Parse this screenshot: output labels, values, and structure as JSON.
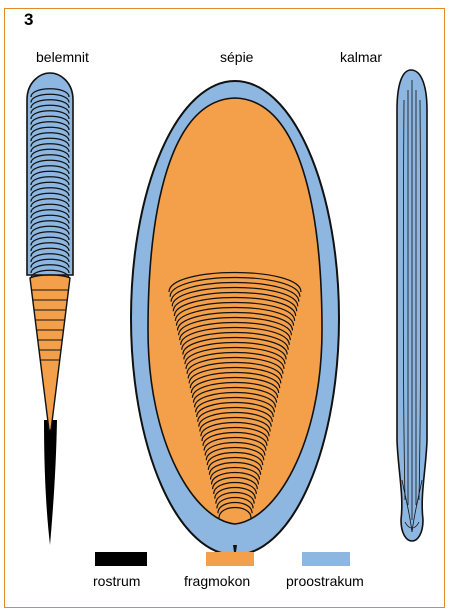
{
  "figure": {
    "number": "3",
    "captions": {
      "belemnit": "belemnit",
      "sepie": "sépie",
      "kalmar": "kalmar"
    }
  },
  "legend": {
    "items": [
      {
        "label": "rostrum",
        "color": "#000000"
      },
      {
        "label": "fragmokon",
        "color": "#f4a04a"
      },
      {
        "label": "proostrakum",
        "color": "#8db7e0"
      }
    ]
  },
  "colors": {
    "frame": "#e08a2a",
    "outline": "#111111"
  }
}
